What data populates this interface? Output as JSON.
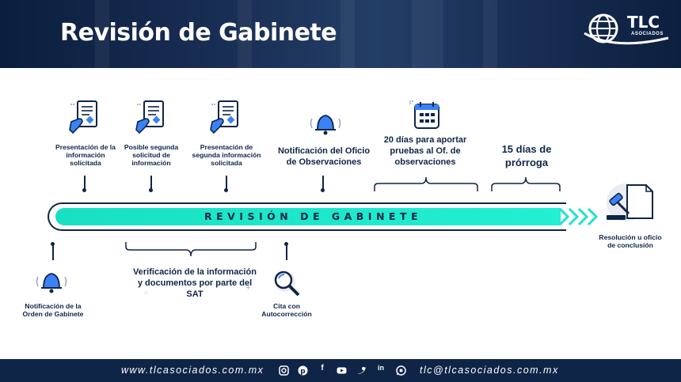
{
  "header": {
    "title": "Revisión de Gabinete",
    "logo_name": "TLC",
    "logo_sub": "ASOCIADOS"
  },
  "timeline": {
    "label": "REVISIÓN DE GABINETE"
  },
  "top_steps": [
    {
      "label": "Presentación de la información solicitada",
      "icon": "document-hand-icon"
    },
    {
      "label": "Posible segunda solicitud de información",
      "icon": "document-hand-icon"
    },
    {
      "label": "Presentación de segunda información solicitada",
      "icon": "document-hand-icon"
    },
    {
      "label": "Notificación del Oficio de Observaciones",
      "icon": "bell-icon"
    },
    {
      "label": "20 días para aportar pruebas al Of. de observaciones",
      "icon": "calendar-icon"
    },
    {
      "label": "15 días de prórroga",
      "icon": ""
    }
  ],
  "bottom_steps": [
    {
      "label": "Notificación de la Orden de Gabinete",
      "icon": "bell-icon"
    },
    {
      "label": "Verificación de la información y documentos por parte del SAT",
      "icon": ""
    },
    {
      "label": "Cita con Autocorrección",
      "icon": "magnifier-icon"
    }
  ],
  "end_step": {
    "label": "Resolución u oficio de conclusión",
    "icon": "gavel-document-icon"
  },
  "footer": {
    "website": "www.tlcasociados.com.mx",
    "email": "tlc@tlcasociados.com.mx",
    "social_icons": [
      "instagram-icon",
      "pinterest-icon",
      "facebook-icon",
      "youtube-icon",
      "twitter-icon",
      "linkedin-icon",
      "whatsapp-icon"
    ]
  },
  "colors": {
    "navy": "#0f2547",
    "accent": "#1fe3c8",
    "icon_blue": "#3b82f6"
  }
}
